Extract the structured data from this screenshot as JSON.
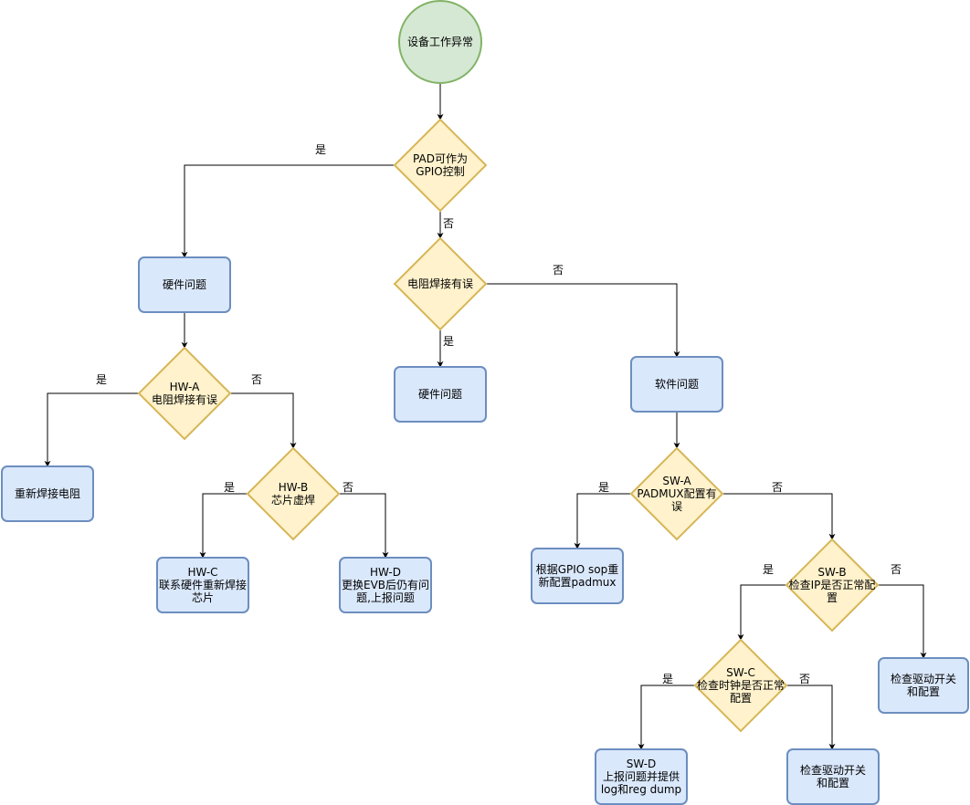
{
  "nodes": {
    "start": {
      "lines": [
        "设备工作异常"
      ]
    },
    "pad": {
      "lines": [
        "PAD可作为",
        "GPIO控制"
      ]
    },
    "hw1": {
      "lines": [
        "硬件问题"
      ]
    },
    "res": {
      "lines": [
        "电阻焊接有误"
      ]
    },
    "hw2": {
      "lines": [
        "硬件问题"
      ]
    },
    "sw": {
      "lines": [
        "软件问题"
      ]
    },
    "hwa": {
      "lines": [
        "HW-A",
        "电阻焊接有误"
      ]
    },
    "resolder": {
      "lines": [
        "重新焊接电阻"
      ]
    },
    "hwb": {
      "lines": [
        "HW-B",
        "芯片虚焊"
      ]
    },
    "hwc": {
      "lines": [
        "HW-C",
        "联系硬件重新焊接",
        "芯片"
      ]
    },
    "hwd": {
      "lines": [
        "HW-D",
        "更换EVB后仍有问",
        "题,上报问题"
      ]
    },
    "swa": {
      "lines": [
        "SW-A",
        "PADMUX配置有",
        "误"
      ]
    },
    "padmux": {
      "lines": [
        "根据GPIO sop重",
        "新配置padmux"
      ]
    },
    "swb": {
      "lines": [
        "SW-B",
        "检查IP是否正常配",
        "置"
      ]
    },
    "drv1": {
      "lines": [
        "检查驱动开关",
        "和配置"
      ]
    },
    "swc": {
      "lines": [
        "SW-C",
        "检查时钟是否正常",
        "配置"
      ]
    },
    "swd": {
      "lines": [
        "SW-D",
        "上报问题并提供",
        "log和reg dump"
      ]
    },
    "drv2": {
      "lines": [
        "检查驱动开关",
        "和配置"
      ]
    }
  },
  "edge_labels": {
    "pad_yes": "是",
    "pad_no": "否",
    "res_no": "否",
    "res_yes": "是",
    "hwa_yes": "是",
    "hwa_no": "否",
    "hwb_yes": "是",
    "hwb_no": "否",
    "swa_yes": "是",
    "swa_no": "否",
    "swb_yes": "是",
    "swb_no": "否",
    "swc_yes": "是",
    "swc_no": "否"
  },
  "colors": {
    "start_fill": "#d5e8d4",
    "start_stroke": "#82b366",
    "decision_fill": "#fff2cc",
    "decision_stroke": "#d6b656",
    "process_fill": "#dae8fc",
    "process_stroke": "#6c8ebf",
    "edge": "#000000"
  }
}
